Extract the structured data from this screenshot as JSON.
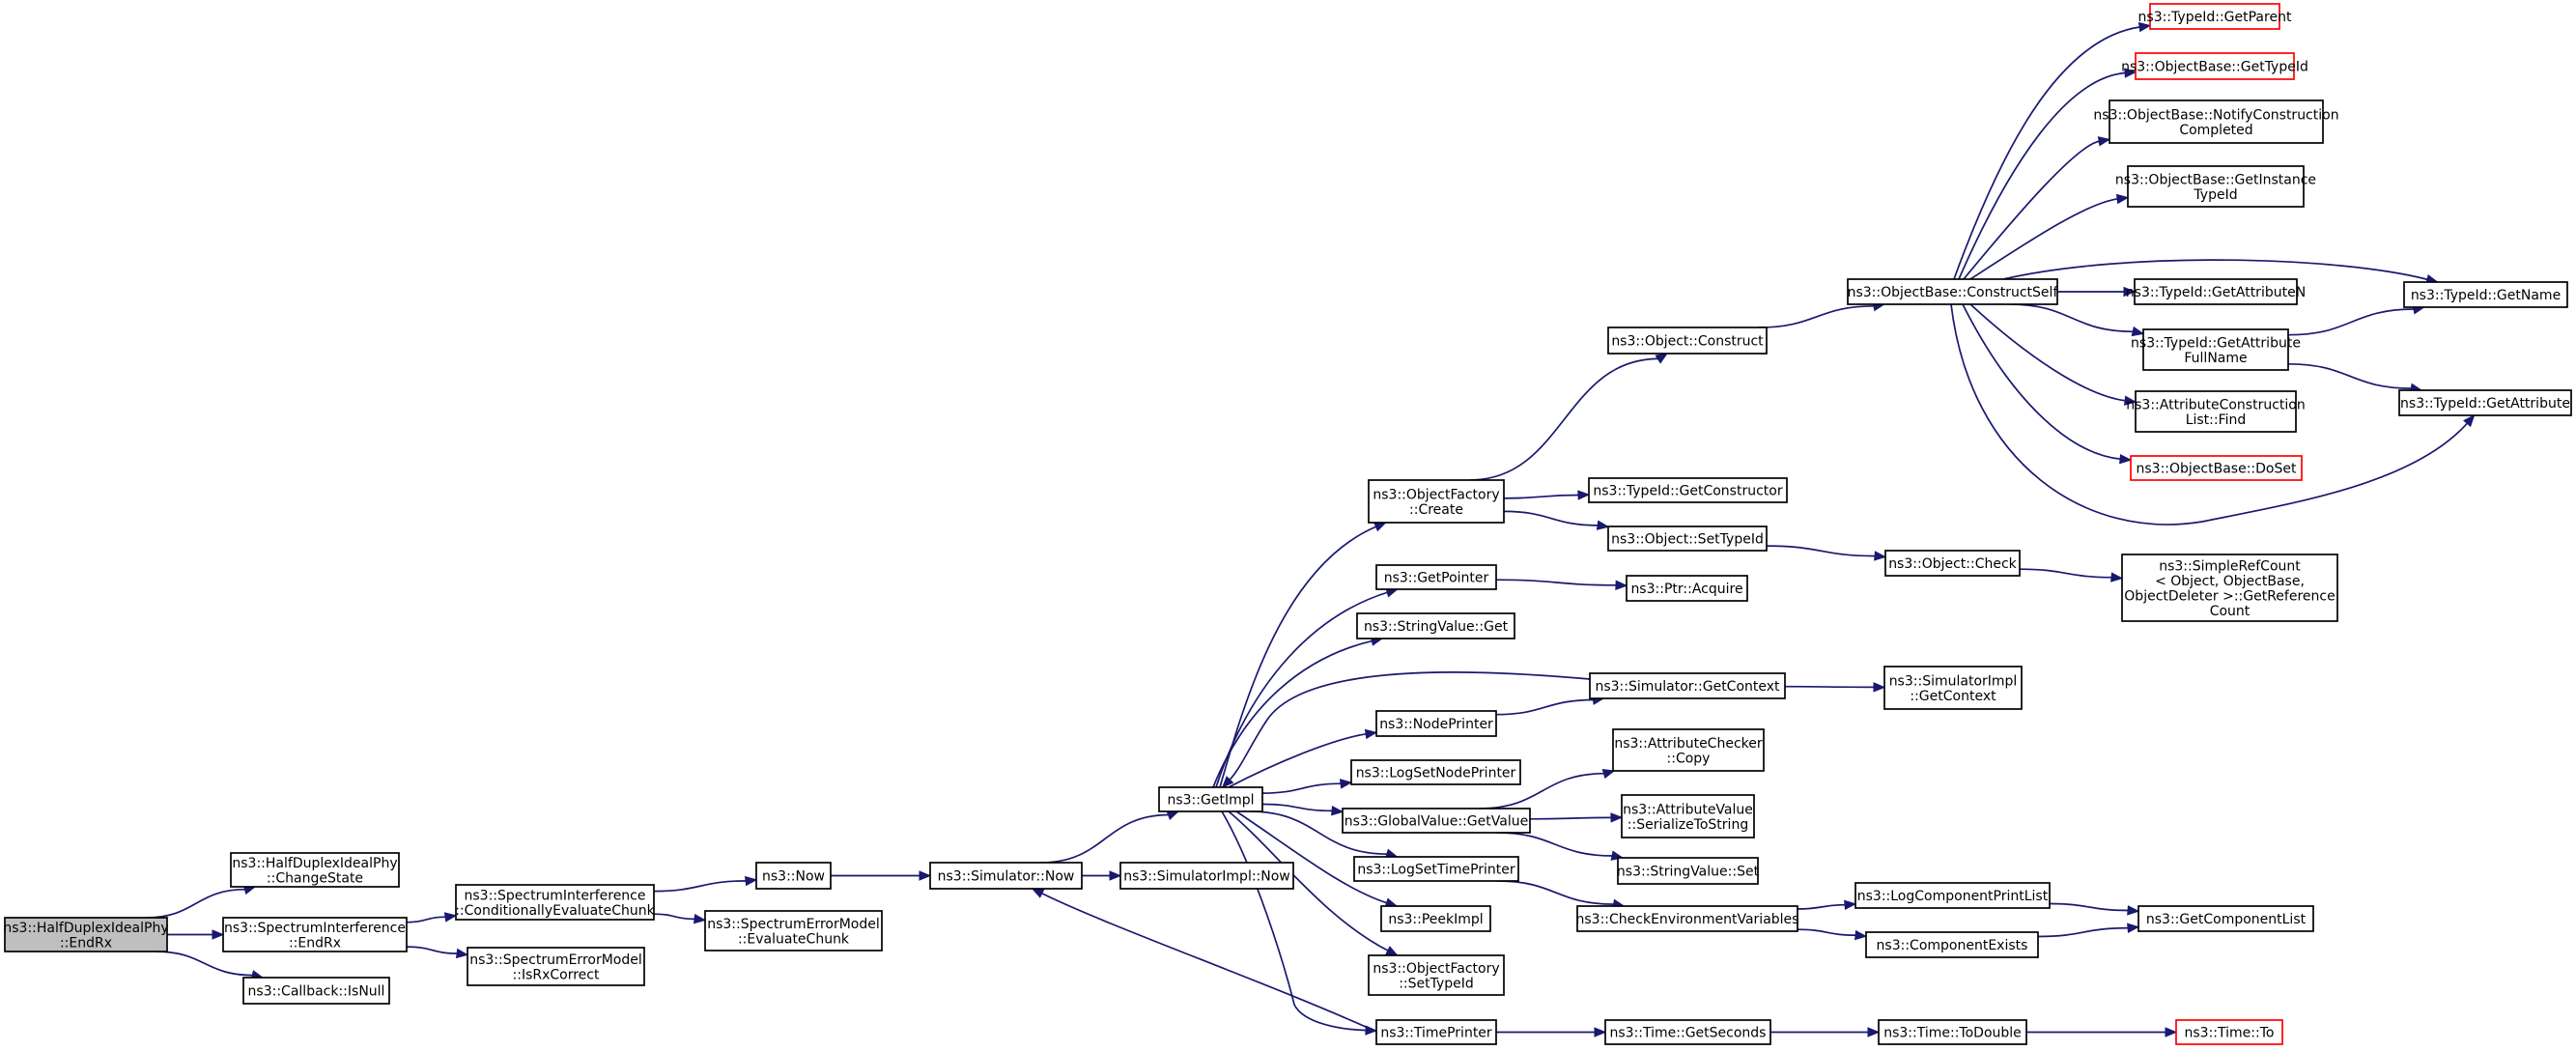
{
  "nodes": [
    {
      "id": "root",
      "lines": [
        "ns3::HalfDuplexIdealPhy",
        "::EndRx"
      ],
      "style": "root"
    },
    {
      "id": "changestate",
      "lines": [
        "ns3::HalfDuplexIdealPhy",
        "::ChangeState"
      ]
    },
    {
      "id": "si_endrx",
      "lines": [
        "ns3::SpectrumInterference",
        "::EndRx"
      ]
    },
    {
      "id": "isnull",
      "lines": [
        "ns3::Callback::IsNull"
      ]
    },
    {
      "id": "condeval",
      "lines": [
        "ns3::SpectrumInterference",
        "::ConditionallyEvaluateChunk"
      ]
    },
    {
      "id": "isrxcorrect",
      "lines": [
        "ns3::SpectrumErrorModel",
        "::IsRxCorrect"
      ]
    },
    {
      "id": "now",
      "lines": [
        "ns3::Now"
      ]
    },
    {
      "id": "evalchunk",
      "lines": [
        "ns3::SpectrumErrorModel",
        "::EvaluateChunk"
      ]
    },
    {
      "id": "sim_now",
      "lines": [
        "ns3::Simulator::Now"
      ]
    },
    {
      "id": "simimpl_now",
      "lines": [
        "ns3::SimulatorImpl::Now"
      ]
    },
    {
      "id": "getimpl",
      "lines": [
        "ns3::GetImpl"
      ]
    },
    {
      "id": "of_create",
      "lines": [
        "ns3::ObjectFactory",
        "::Create"
      ]
    },
    {
      "id": "getpointer",
      "lines": [
        "ns3::GetPointer"
      ]
    },
    {
      "id": "stringvalue_get",
      "lines": [
        "ns3::StringValue::Get"
      ]
    },
    {
      "id": "nodeprinter",
      "lines": [
        "ns3::NodePrinter"
      ]
    },
    {
      "id": "logsetnodeprinter",
      "lines": [
        "ns3::LogSetNodePrinter"
      ]
    },
    {
      "id": "gv_getvalue",
      "lines": [
        "ns3::GlobalValue::GetValue"
      ]
    },
    {
      "id": "logsettimeprinter",
      "lines": [
        "ns3::LogSetTimePrinter"
      ]
    },
    {
      "id": "peekimpl",
      "lines": [
        "ns3::PeekImpl"
      ]
    },
    {
      "id": "of_settypeid",
      "lines": [
        "ns3::ObjectFactory",
        "::SetTypeId"
      ]
    },
    {
      "id": "timeprinter",
      "lines": [
        "ns3::TimePrinter"
      ]
    },
    {
      "id": "obj_construct",
      "lines": [
        "ns3::Object::Construct"
      ]
    },
    {
      "id": "typeid_getconstructor",
      "lines": [
        "ns3::TypeId::GetConstructor"
      ]
    },
    {
      "id": "obj_settypeid",
      "lines": [
        "ns3::Object::SetTypeId"
      ]
    },
    {
      "id": "ptr_acquire",
      "lines": [
        "ns3::Ptr::Acquire"
      ]
    },
    {
      "id": "sim_getcontext",
      "lines": [
        "ns3::Simulator::GetContext"
      ]
    },
    {
      "id": "attrchecker_copy",
      "lines": [
        "ns3::AttributeChecker",
        "::Copy"
      ]
    },
    {
      "id": "attrvalue_serialize",
      "lines": [
        "ns3::AttributeValue",
        "::SerializeToString"
      ]
    },
    {
      "id": "stringvalue_set",
      "lines": [
        "ns3::StringValue::Set"
      ]
    },
    {
      "id": "checkenv",
      "lines": [
        "ns3::CheckEnvironmentVariables"
      ]
    },
    {
      "id": "time_getseconds",
      "lines": [
        "ns3::Time::GetSeconds"
      ]
    },
    {
      "id": "ob_constructself",
      "lines": [
        "ns3::ObjectBase::ConstructSelf"
      ]
    },
    {
      "id": "obj_check",
      "lines": [
        "ns3::Object::Check"
      ]
    },
    {
      "id": "simimpl_getcontext",
      "lines": [
        "ns3::SimulatorImpl",
        "::GetContext"
      ]
    },
    {
      "id": "logcomponentprintlist",
      "lines": [
        "ns3::LogComponentPrintList"
      ]
    },
    {
      "id": "componentexists",
      "lines": [
        "ns3::ComponentExists"
      ]
    },
    {
      "id": "time_todouble",
      "lines": [
        "ns3::Time::ToDouble"
      ]
    },
    {
      "id": "typeid_getparent",
      "lines": [
        "ns3::TypeId::GetParent"
      ],
      "style": "trunc"
    },
    {
      "id": "ob_gettypeid",
      "lines": [
        "ns3::ObjectBase::GetTypeId"
      ],
      "style": "trunc"
    },
    {
      "id": "ob_notify",
      "lines": [
        "ns3::ObjectBase::NotifyConstruction",
        "Completed"
      ]
    },
    {
      "id": "ob_getinstancetypeid",
      "lines": [
        "ns3::ObjectBase::GetInstance",
        "TypeId"
      ]
    },
    {
      "id": "typeid_getattributen",
      "lines": [
        "ns3::TypeId::GetAttributeN"
      ]
    },
    {
      "id": "typeid_getattrfullname",
      "lines": [
        "ns3::TypeId::GetAttribute",
        "FullName"
      ]
    },
    {
      "id": "attrconstructionlist_find",
      "lines": [
        "ns3::AttributeConstruction",
        "List::Find"
      ]
    },
    {
      "id": "ob_doset",
      "lines": [
        "ns3::ObjectBase::DoSet"
      ],
      "style": "trunc"
    },
    {
      "id": "simplerefcount",
      "lines": [
        "ns3::SimpleRefCount",
        "< Object, ObjectBase,",
        " ObjectDeleter >::GetReference",
        "Count"
      ]
    },
    {
      "id": "getcomponentlist",
      "lines": [
        "ns3::GetComponentList"
      ]
    },
    {
      "id": "time_to",
      "lines": [
        "ns3::Time::To"
      ],
      "style": "trunc"
    },
    {
      "id": "typeid_getname",
      "lines": [
        "ns3::TypeId::GetName"
      ]
    },
    {
      "id": "typeid_getattribute",
      "lines": [
        "ns3::TypeId::GetAttribute"
      ]
    }
  ],
  "edges": [
    [
      "root",
      "changestate"
    ],
    [
      "root",
      "si_endrx"
    ],
    [
      "root",
      "isnull"
    ],
    [
      "si_endrx",
      "condeval"
    ],
    [
      "si_endrx",
      "isrxcorrect"
    ],
    [
      "condeval",
      "now"
    ],
    [
      "condeval",
      "evalchunk"
    ],
    [
      "now",
      "sim_now"
    ],
    [
      "sim_now",
      "simimpl_now"
    ],
    [
      "sim_now",
      "getimpl"
    ],
    [
      "getimpl",
      "of_create"
    ],
    [
      "getimpl",
      "getpointer"
    ],
    [
      "getimpl",
      "stringvalue_get"
    ],
    [
      "getimpl",
      "nodeprinter"
    ],
    [
      "getimpl",
      "logsetnodeprinter"
    ],
    [
      "getimpl",
      "gv_getvalue"
    ],
    [
      "getimpl",
      "logsettimeprinter"
    ],
    [
      "getimpl",
      "peekimpl"
    ],
    [
      "getimpl",
      "of_settypeid"
    ],
    [
      "getimpl",
      "timeprinter"
    ],
    [
      "of_create",
      "obj_construct"
    ],
    [
      "of_create",
      "typeid_getconstructor"
    ],
    [
      "of_create",
      "obj_settypeid"
    ],
    [
      "getpointer",
      "ptr_acquire"
    ],
    [
      "nodeprinter",
      "sim_getcontext"
    ],
    [
      "sim_getcontext",
      "getimpl"
    ],
    [
      "sim_getcontext",
      "simimpl_getcontext"
    ],
    [
      "gv_getvalue",
      "attrchecker_copy"
    ],
    [
      "gv_getvalue",
      "attrvalue_serialize"
    ],
    [
      "gv_getvalue",
      "stringvalue_set"
    ],
    [
      "logsettimeprinter",
      "checkenv"
    ],
    [
      "timeprinter",
      "sim_now"
    ],
    [
      "timeprinter",
      "time_getseconds"
    ],
    [
      "obj_construct",
      "ob_constructself"
    ],
    [
      "obj_settypeid",
      "obj_check"
    ],
    [
      "checkenv",
      "logcomponentprintlist"
    ],
    [
      "checkenv",
      "componentexists"
    ],
    [
      "time_getseconds",
      "time_todouble"
    ],
    [
      "ob_constructself",
      "typeid_getparent"
    ],
    [
      "ob_constructself",
      "ob_gettypeid"
    ],
    [
      "ob_constructself",
      "ob_notify"
    ],
    [
      "ob_constructself",
      "ob_getinstancetypeid"
    ],
    [
      "ob_constructself",
      "typeid_getname"
    ],
    [
      "ob_constructself",
      "typeid_getattributen"
    ],
    [
      "ob_constructself",
      "typeid_getattrfullname"
    ],
    [
      "ob_constructself",
      "attrconstructionlist_find"
    ],
    [
      "ob_constructself",
      "ob_doset"
    ],
    [
      "ob_constructself",
      "typeid_getattribute"
    ],
    [
      "typeid_getattrfullname",
      "typeid_getname"
    ],
    [
      "typeid_getattrfullname",
      "typeid_getattribute"
    ],
    [
      "obj_check",
      "simplerefcount"
    ],
    [
      "logcomponentprintlist",
      "getcomponentlist"
    ],
    [
      "componentexists",
      "getcomponentlist"
    ],
    [
      "time_todouble",
      "time_to"
    ]
  ]
}
